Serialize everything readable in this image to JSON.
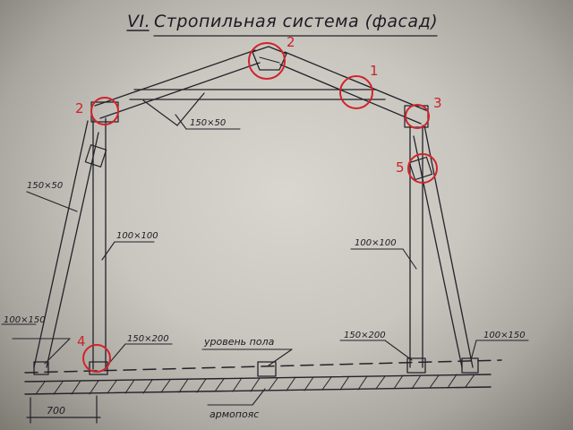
{
  "title": {
    "roman": "VI.",
    "text": "Стропильная система (фасад)"
  },
  "dimensions": {
    "rafter_tie": "150×50",
    "left_strut": "150×50",
    "left_post": "100×100",
    "right_post": "100×100",
    "left_outer_base": "100×150",
    "left_inner_base": "150×200",
    "right_inner_base": "150×200",
    "right_outer_base": "100×150",
    "offset": "700"
  },
  "labels": {
    "floor_level": "уровень пола",
    "ring_beam": "армопояс"
  },
  "markers": [
    "1",
    "2",
    "2",
    "3",
    "4",
    "5"
  ],
  "colors": {
    "marker": "#d2232a",
    "ink": "#22222a",
    "paper": "#d4d1ca"
  }
}
